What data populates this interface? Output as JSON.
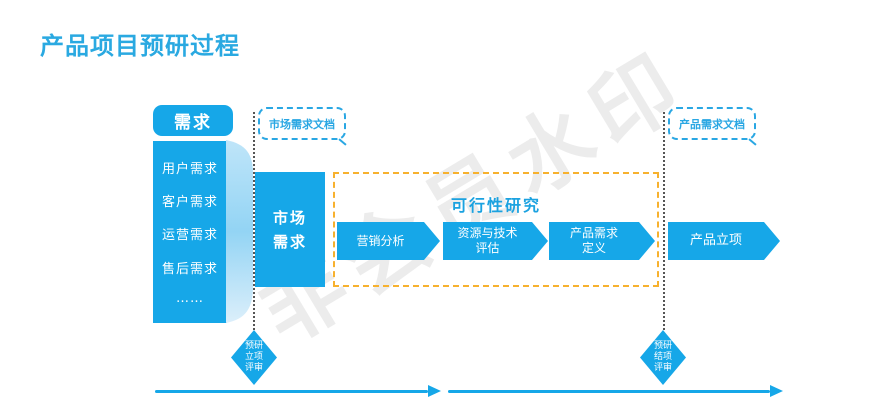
{
  "title": "产品项目预研过程",
  "watermark": "非会员水印",
  "colors": {
    "accent": "#16a7e8",
    "frame_orange": "#f7b12e",
    "guide_gray": "#555555"
  },
  "demand": {
    "header": "需求",
    "items": [
      "用户需求",
      "客户需求",
      "运营需求",
      "售后需求",
      "……"
    ]
  },
  "market_demand": "市场\n需求",
  "doc_labels": {
    "market": "市场需求文档",
    "product": "产品需求文档"
  },
  "feasibility": {
    "title": "可行性研究",
    "steps": [
      "营销分析",
      "资源与技术\n评估",
      "产品需求\n定义"
    ]
  },
  "project_approval": "产品立项",
  "reviews": {
    "kickoff": "预研\n立项\n评审",
    "closing": "预研\n结项\n评审"
  }
}
